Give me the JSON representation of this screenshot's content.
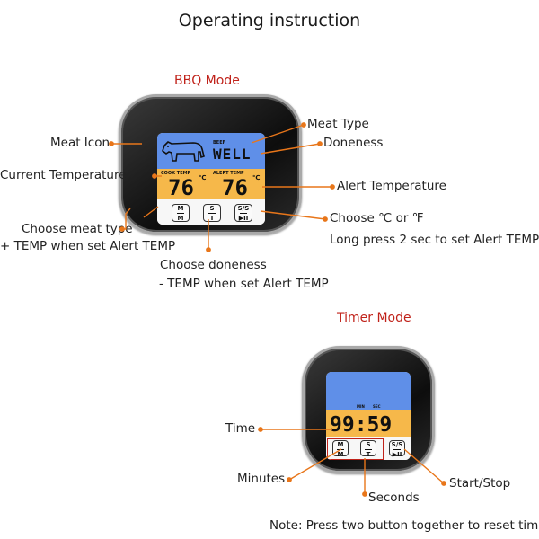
{
  "title": "Operating instruction",
  "bbq": {
    "mode_label": "BBQ Mode",
    "labels": {
      "meat_icon": "Meat Icon",
      "current_temp": "Current  Temperature",
      "choose_meat_1": "Choose meat type",
      "choose_meat_2": "+ TEMP when set Alert TEMP",
      "choose_done_1": "Choose doneness",
      "choose_done_2": "- TEMP when set Alert TEMP",
      "meat_type": "Meat Type",
      "doneness": "Doneness",
      "alert_temp": "Alert Temperature",
      "choose_unit": "Choose ℃ or ℉",
      "long_press": "Long press 2 sec to set Alert TEMP"
    },
    "display": {
      "meat_small": "BEEF",
      "doneness": "WELL",
      "cook_label": "COOK TEMP",
      "alert_label": "ALERT TEMP",
      "cook_value": "76",
      "alert_value": "76",
      "unit": "℃"
    },
    "keys": {
      "m_top": "M",
      "m_bot": "M",
      "s_top": "S",
      "s_bot": "T",
      "ss_top": "S/S",
      "ss_bot": "▶II"
    }
  },
  "timer": {
    "mode_label": "Timer Mode",
    "labels": {
      "time": "Time",
      "minutes": "Minutes",
      "seconds": "Seconds",
      "start_stop": "Start/Stop"
    },
    "display": {
      "min_tag": "MIN",
      "sec_tag": "SEC",
      "time_value": "99:59"
    },
    "keys": {
      "m_top": "M",
      "m_bot": "M",
      "s_top": "S",
      "s_bot": "T",
      "ss_top": "S/S",
      "ss_bot": "▶II"
    }
  },
  "note": "Note: Press two button together to reset time",
  "colors": {
    "accent": "#e8761a",
    "mode_title": "#c0221a",
    "lcd_blue": "#5f8fe8",
    "lcd_yellow": "#f6b84a"
  }
}
